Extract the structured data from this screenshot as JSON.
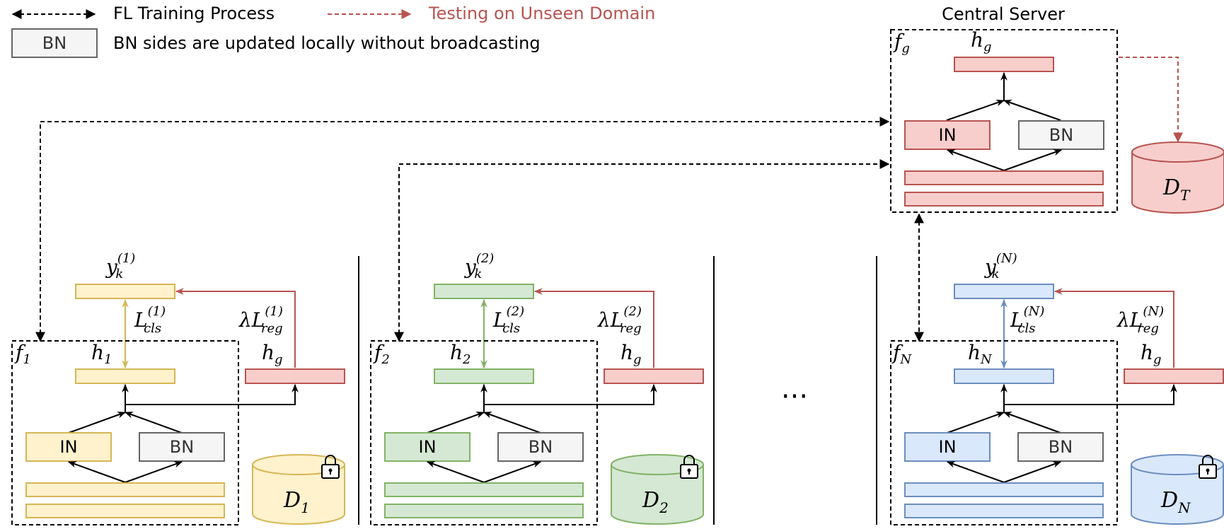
{
  "legend": {
    "fl_training": "FL Training Process",
    "testing_unseen": "Testing on Unseen Domain",
    "bn_box_label": "BN",
    "bn_note": "BN sides are updated locally without broadcasting"
  },
  "server": {
    "title": "Central Server",
    "model_label": "f",
    "model_sub": "g",
    "head_label": "h",
    "head_sub": "g",
    "in_label": "IN",
    "bn_label": "BN",
    "dataset_label": "D",
    "dataset_sub": "T"
  },
  "clients": [
    {
      "model_label": "f",
      "model_sub": "1",
      "y_label": "y",
      "y_sub": "k",
      "y_sup": "(1)",
      "cls_label": "L",
      "cls_sub": "cls",
      "cls_sup": "(1)",
      "reg_label": "λL",
      "reg_sub": "reg",
      "reg_sup": "(1)",
      "head_local": "h",
      "head_local_sub": "1",
      "head_global": "h",
      "head_global_sub": "g",
      "in_label": "IN",
      "bn_label": "BN",
      "dataset_label": "D",
      "dataset_sub": "1"
    },
    {
      "model_label": "f",
      "model_sub": "2",
      "y_label": "y",
      "y_sub": "k",
      "y_sup": "(2)",
      "cls_label": "L",
      "cls_sub": "cls",
      "cls_sup": "(2)",
      "reg_label": "λL",
      "reg_sub": "reg",
      "reg_sup": "(2)",
      "head_local": "h",
      "head_local_sub": "2",
      "head_global": "h",
      "head_global_sub": "g",
      "in_label": "IN",
      "bn_label": "BN",
      "dataset_label": "D",
      "dataset_sub": "2"
    },
    {
      "model_label": "f",
      "model_sub": "N",
      "y_label": "y",
      "y_sub": "k",
      "y_sup": "(N)",
      "cls_label": "L",
      "cls_sub": "cls",
      "cls_sup": "(N)",
      "reg_label": "λL",
      "reg_sub": "reg",
      "reg_sup": "(N)",
      "head_local": "h",
      "head_local_sub": "N",
      "head_global": "h",
      "head_global_sub": "g",
      "in_label": "IN",
      "bn_label": "BN",
      "dataset_label": "D",
      "dataset_sub": "N"
    }
  ],
  "ellipsis": "···",
  "colors": {
    "yellow_fill": "#fff2cc",
    "yellow_stroke": "#d6b656",
    "green_fill": "#d5e8d4",
    "green_stroke": "#82b366",
    "blue_fill": "#dae8fc",
    "blue_stroke": "#6c8ebf",
    "red_fill": "#f8cecc",
    "red_stroke": "#b85450",
    "gray_fill": "#f5f5f5",
    "gray_stroke": "#666666",
    "test_red": "#b85450"
  }
}
